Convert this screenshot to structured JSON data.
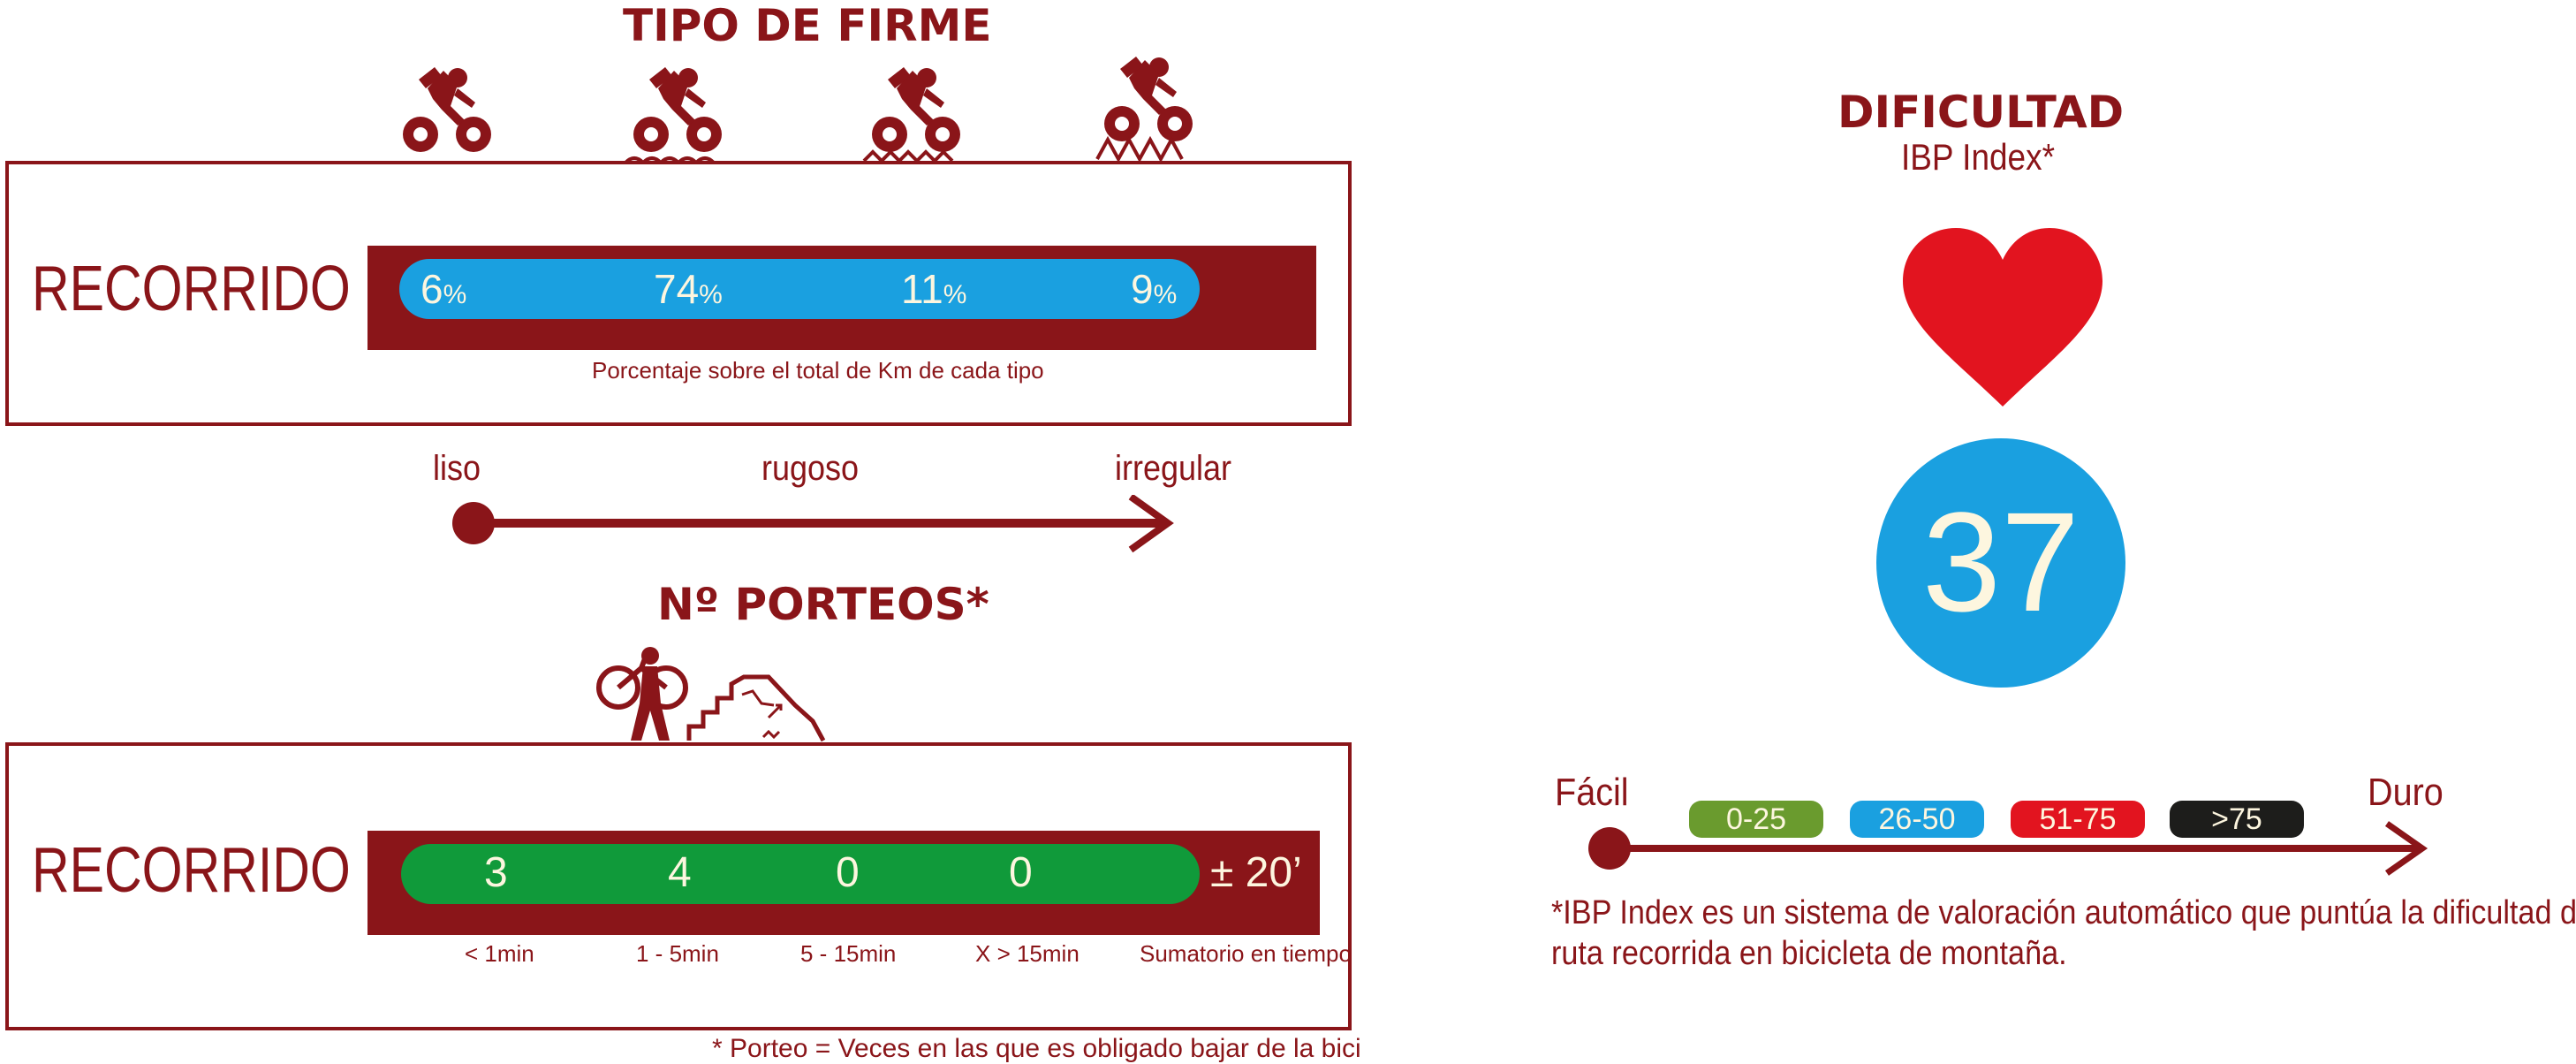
{
  "surface": {
    "title": "TIPO DE FIRME",
    "row_label": "RECORRIDO",
    "percentages": [
      {
        "value": "6",
        "unit": "%"
      },
      {
        "value": "74",
        "unit": "%"
      },
      {
        "value": "11",
        "unit": "%"
      },
      {
        "value": "9",
        "unit": "%"
      }
    ],
    "caption": "Porcentaje sobre el total de Km de cada tipo",
    "scale": {
      "left": "liso",
      "middle": "rugoso",
      "right": "irregular"
    }
  },
  "porteos": {
    "title": "Nº PORTEOS*",
    "row_label": "RECORRIDO",
    "counts": [
      "3",
      "4",
      "0",
      "0"
    ],
    "total_time": "± 20’",
    "count_labels": [
      "< 1min",
      "1 - 5min",
      "5 - 15min",
      "X > 15min",
      "Sumatorio en tiempo"
    ],
    "footnote": "* Porteo = Veces en las que es obligado bajar de la bici"
  },
  "difficulty": {
    "title": "DIFICULTAD",
    "subtitle": "IBP Index*",
    "score": "37",
    "scale_left": "Fácil",
    "scale_right": "Duro",
    "ranges": [
      {
        "label": "0-25",
        "color": "#6a9b2e"
      },
      {
        "label": "26-50",
        "color": "#1aa0e0"
      },
      {
        "label": "51-75",
        "color": "#e2141f"
      },
      {
        "label": ">75",
        "color": "#1d1d1b"
      }
    ],
    "footnote_line1": "*IBP Index es un sistema de valoración automático que puntúa la dificultad de una",
    "footnote_line2": "ruta recorrida en bicicleta de montaña."
  },
  "colors": {
    "maroon": "#8a1519",
    "blue": "#1aa0e0",
    "green": "#109a3a",
    "heart_red": "#e2141f",
    "cream": "#fdf6df"
  },
  "icons": [
    "cyclist-smooth-icon",
    "cyclist-rough-icon",
    "cyclist-rougher-icon",
    "cyclist-irregular-icon",
    "hiker-carrying-bike-icon",
    "heart-icon"
  ]
}
